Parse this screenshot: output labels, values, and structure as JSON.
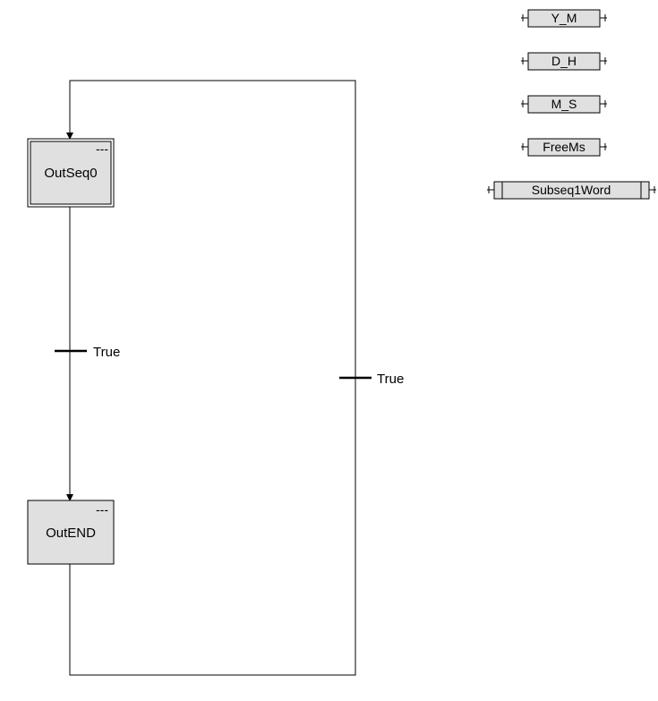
{
  "steps": {
    "initial": {
      "name": "OutSeq0",
      "dots": "---"
    },
    "end": {
      "name": "OutEND",
      "dots": "---"
    }
  },
  "transitions": {
    "t1": {
      "condition": "True"
    },
    "t2": {
      "condition": "True"
    }
  },
  "actions": [
    {
      "name": "Y_M"
    },
    {
      "name": "D_H"
    },
    {
      "name": "M_S"
    },
    {
      "name": "FreeMs"
    },
    {
      "name": "Subseq1Word"
    }
  ],
  "colors": {
    "step_fill": "#e0e0e0",
    "action_fill": "#e0e0e0",
    "line": "#000000"
  }
}
